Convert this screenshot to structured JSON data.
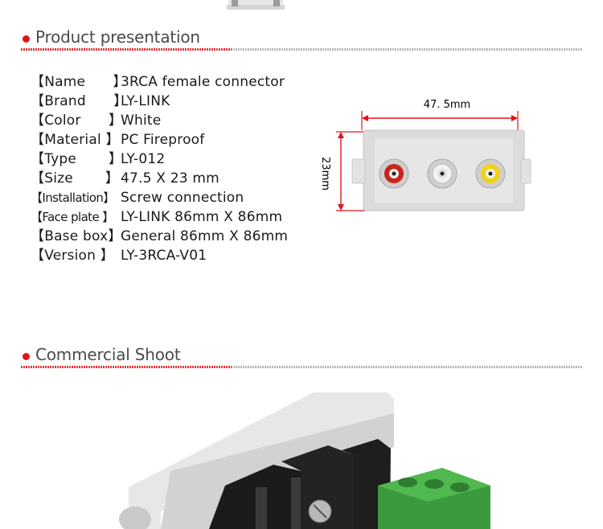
{
  "sections": {
    "product": {
      "title": "Product presentation"
    },
    "commercial": {
      "title": "Commercial Shoot"
    }
  },
  "specs": [
    {
      "key": "【Name　　】",
      "value": "3RCA female connector"
    },
    {
      "key": "【Brand　　】",
      "value": "LY-LINK"
    },
    {
      "key": "【Color　　】",
      "value": "White"
    },
    {
      "key": "【Material 】",
      "value": "PC Fireproof"
    },
    {
      "key": "【Type　　 】",
      "value": "LY-012"
    },
    {
      "key": "【Size　　 】",
      "value": "47.5 X 23 mm"
    },
    {
      "key": "【Installation】",
      "value": "Screw connection"
    },
    {
      "key": "【Face plate 】",
      "value": "LY-LINK 86mm X 86mm"
    },
    {
      "key": "【Base box】",
      "value": "General 86mm X 86mm"
    },
    {
      "key": "【Version 】",
      "value": "LY-3RCA-V01"
    }
  ],
  "diagram": {
    "width_label": "47. 5mm",
    "height_label": "23mm",
    "jack_colors": [
      "#c8241c",
      "#f2f2f2",
      "#f1d21a"
    ],
    "arrow_color": "#e0141e"
  }
}
